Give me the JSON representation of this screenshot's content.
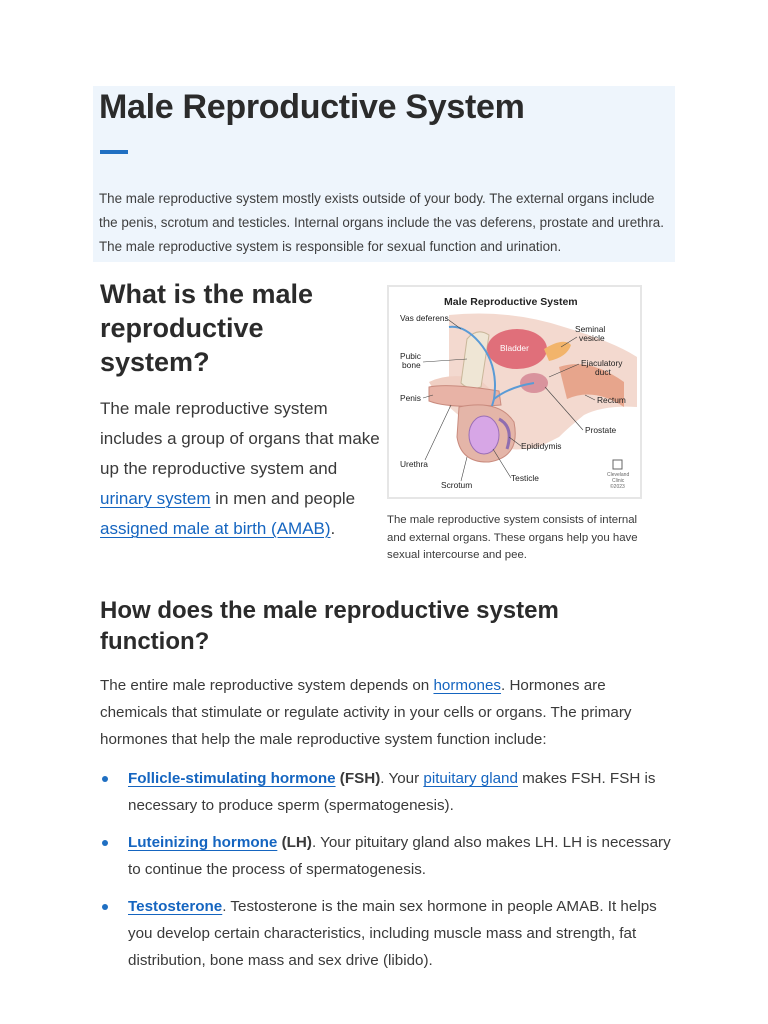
{
  "hero": {
    "title": "Male Reproductive System",
    "intro": "The male reproductive system mostly exists outside of your body. The external organs include the penis, scrotum and testicles. Internal organs include the vas deferens, prostate and urethra. The male reproductive system is responsible for sexual function and urination."
  },
  "section1": {
    "heading": "What is the male reproductive system?",
    "p_before": "The male reproductive system includes a group of organs that make up the reproductive system and ",
    "link1": "urinary system",
    "p_mid": " in men and people ",
    "link2": "assigned male at birth (AMAB)",
    "p_after": "."
  },
  "figure": {
    "title": "Male Reproductive System",
    "labels": {
      "vas_deferens": "Vas deferens",
      "seminal_vesicle_1": "Seminal",
      "seminal_vesicle_2": "vesicle",
      "bladder": "Bladder",
      "pubic_bone_1": "Pubic",
      "pubic_bone_2": "bone",
      "ejaculatory_duct_1": "Ejaculatory",
      "ejaculatory_duct_2": "duct",
      "penis": "Penis",
      "rectum": "Rectum",
      "prostate": "Prostate",
      "epididymis": "Epididymis",
      "urethra": "Urethra",
      "testicle": "Testicle",
      "scrotum": "Scrotum"
    },
    "logo_line1": "Cleveland",
    "logo_line2": "Clinic",
    "logo_line3": "©2023",
    "caption": "The male reproductive system consists of internal and external organs. These organs help you have sexual intercourse and pee."
  },
  "section2": {
    "heading": "How does the male reproductive system function?",
    "p_before": "The entire male reproductive system depends on ",
    "link": "hormones",
    "p_after": ". Hormones are chemicals that stimulate or regulate activity in your cells or organs. The primary hormones that help the male reproductive system function include:",
    "items": [
      {
        "term": "Follicle-stimulating hormone",
        "abbr": " (FSH)",
        "text_before": ". Your ",
        "link": "pituitary gland",
        "text_after": " makes FSH. FSH is necessary to produce sperm (spermatogenesis)."
      },
      {
        "term": "Luteinizing hormone",
        "abbr": " (LH)",
        "text_before": ". Your pituitary gland also makes LH. LH is necessary to continue the process of spermatogenesis.",
        "link": "",
        "text_after": ""
      },
      {
        "term": "Testosterone",
        "abbr": "",
        "text_before": ". Testosterone is the main sex hormone in people AMAB. It helps you develop certain characteristics, including muscle mass and strength, fat distribution, bone mass and sex drive (libido).",
        "link": "",
        "text_after": ""
      }
    ]
  },
  "colors": {
    "accent": "#1f6fc2",
    "link": "#1565c0",
    "hero_bg": "#eef5fc",
    "heading": "#2b2b2b"
  }
}
